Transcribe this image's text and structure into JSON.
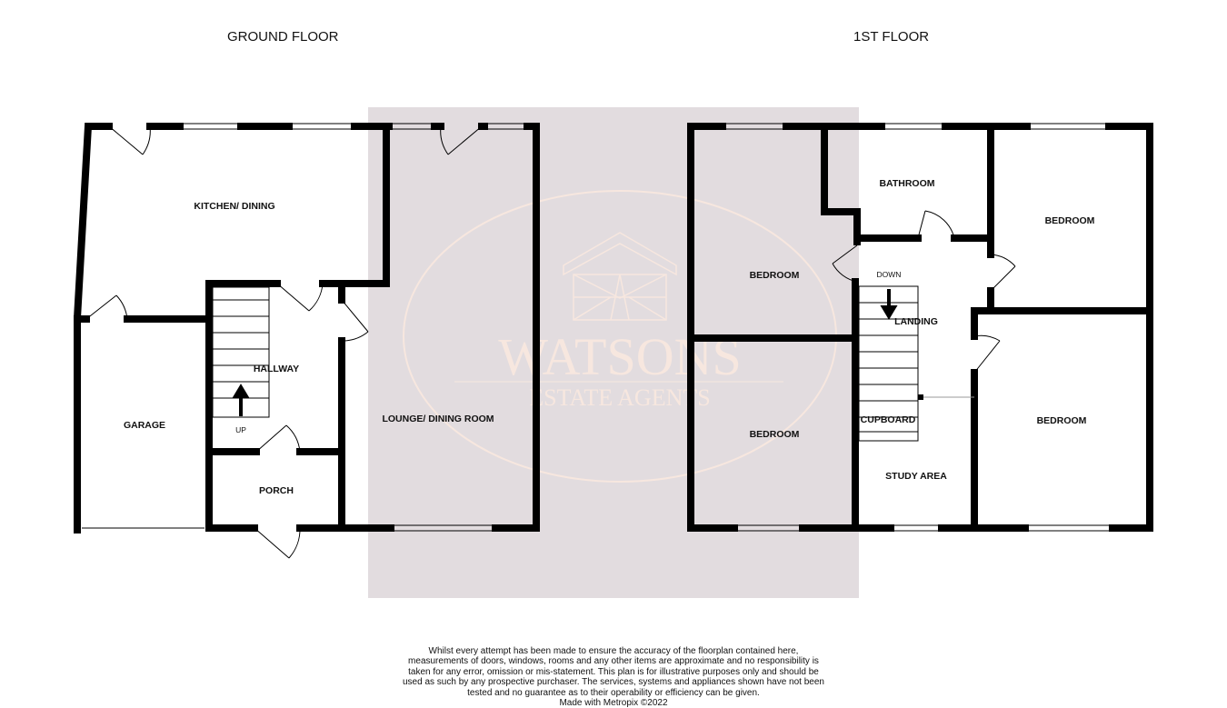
{
  "titles": {
    "ground": "GROUND FLOOR",
    "first": "1ST FLOOR"
  },
  "rooms": {
    "kitchen": "KITCHEN/ DINING",
    "garage": "GARAGE",
    "hallway": "HALLWAY",
    "up": "UP",
    "porch": "PORCH",
    "lounge": "LOUNGE/ DINING ROOM",
    "bathroom": "BATHROOM",
    "bedroom1": "BEDROOM",
    "bedroom2": "BEDROOM",
    "bedroom3": "BEDROOM",
    "bedroom4": "BEDROOM",
    "down": "DOWN",
    "landing": "LANDING",
    "cupboard": "CUPBOARD",
    "study": "STUDY AREA"
  },
  "watermark": {
    "name": "WATSONS",
    "subtitle": "ESTATE AGENTS"
  },
  "colors": {
    "wall": "#000000",
    "watermark_bg": "#e2dcdf",
    "watermark_fg": "#f7e7df"
  },
  "disclaimer": "Whilst every attempt has been made to ensure the accuracy of the floorplan contained here, measurements of doors, windows, rooms and any other items are approximate and no responsibility is taken for any error, omission or mis-statement. This plan is for illustrative purposes only and should be used as such by any prospective purchaser. The services, systems and appliances shown have not been tested and no guarantee as to their operability or efficiency can be given.",
  "credit": "Made with Metropix ©2022"
}
